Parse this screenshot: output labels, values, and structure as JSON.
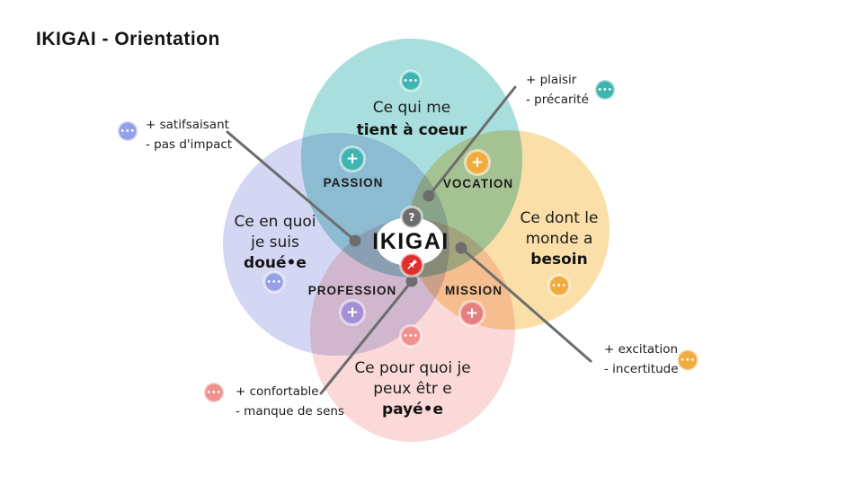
{
  "title": "IKIGAI - Orientation",
  "center": {
    "label": "IKIGAI"
  },
  "glyphs": {
    "dots": "•••",
    "plus": "+",
    "question": "?"
  },
  "bubbles": {
    "passion": {
      "line1": "Ce qui me",
      "line2": "tient à coeur"
    },
    "talent": {
      "line1": "Ce en quoi",
      "line2": "je suis",
      "line3": "doué•e"
    },
    "world": {
      "line1": "Ce dont le",
      "line2": "monde a",
      "line3": "besoin"
    },
    "paid": {
      "line1": "Ce pour quoi je",
      "line2": "peux êtr e",
      "line3": "payé•e"
    }
  },
  "labels": {
    "passion": "PASSION",
    "vocation": "VOCATION",
    "profession": "PROFESSION",
    "mission": "MISSION"
  },
  "annotations": {
    "top_left": {
      "positive": "+ satifsaisant",
      "negative": "- pas d'impact"
    },
    "top_right": {
      "positive": "+ plaisir",
      "negative": "- précarité"
    },
    "bottom_left": {
      "positive": "+ confortable",
      "negative": "- manque de sens"
    },
    "bottom_right": {
      "positive": "+ excitation",
      "negative": "- incertitude"
    }
  },
  "colors": {
    "blob_teal": "#a8dedd",
    "blob_lavender": "#d4d7f3",
    "blob_orange": "#fadfa9",
    "blob_pink": "#fbd9d8",
    "chip_teal": "#3fb5b1",
    "chip_orange": "#f2ab3f",
    "chip_lavender": "#95a0ea",
    "chip_pink": "#f0918d",
    "chip_purple": "#a78fd6",
    "chip_salmon": "#e58080",
    "chip_gray": "#6d6d6d",
    "chip_red": "#e12f2f",
    "connector": "#6d6d6d"
  }
}
